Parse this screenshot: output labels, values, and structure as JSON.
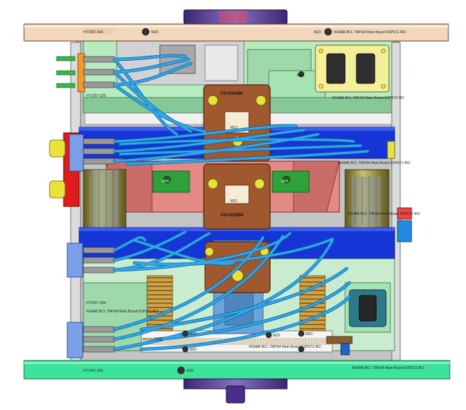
{
  "colors": {
    "top_plate": "#f3d7bd",
    "bottom_plate": "#3ee39a",
    "blue_plate": "#1535d6",
    "copper_block": "#a0582f",
    "salmon_frame": "#e48a86",
    "green_frame": "#b7ecc0",
    "hose": "#2fa6e8",
    "connector_yellow": "#f3ef9b",
    "purple_cap": "#5a3d8f",
    "red_block": "#e11c1c",
    "olive_cylinder": "#8a8232"
  },
  "icons": [
    "screw-icon",
    "connector-plug-icon",
    "quick-coupling-icon",
    "spring-icon"
  ],
  "labels": {
    "top_left_id": "HT1057-304",
    "top_center_screw": "M20",
    "top_right_screw": "M20",
    "top_right_text": "NS4AB BCL 7WH34 Main Board KSP572.452",
    "upper_right_text": "NS4AB BCL 7WH34 Main Board KSP572.452",
    "upper_left_id": "HT1057-325",
    "center_block_top": "FS=231880",
    "center_block_top_screw": "M12",
    "center_block_bottom": "GS=431850",
    "center_block_bottom_screw": "M12",
    "left_green_screw": "M24",
    "right_green_screw": "M24",
    "mid_right_text": "NS4AB BCL 7WH34 Main Board KSP572.452",
    "right_cylinder_text": "NS4AB BCL 7WH34 Main Board KSP572.452",
    "upper_right_screw": "M20",
    "lower_left_id": "HT1057-304",
    "lower_left_text": "NS4AB BCL 7WH34 Main Board KSP572.452",
    "lower_id": "HT1057-342",
    "lower_screw_1": "M20",
    "lower_screw_2": "M20",
    "lower_center_text": "NS4AB BCL 7WH34 Main Board KSP572.452",
    "lower_center_screw": "M20",
    "lower_right_screw": "M20",
    "bottom_left_id": "HT1057-305",
    "bottom_center_screw": "M20",
    "bottom_right_text": "NS4AB BCL 7WH34 Main Board KSP572.452"
  }
}
